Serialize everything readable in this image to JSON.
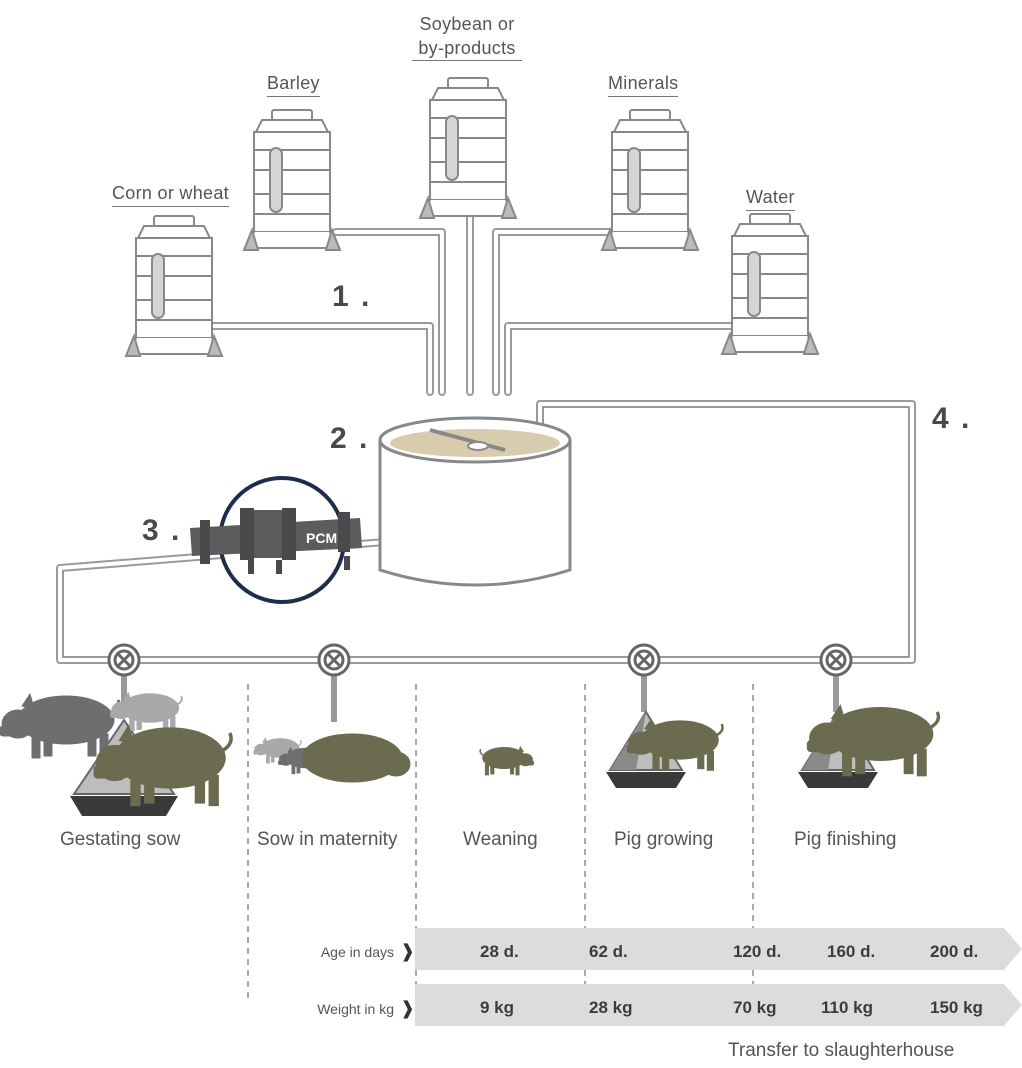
{
  "silos": {
    "corn": "Corn or wheat",
    "barley": "Barley",
    "soy_line1": "Soybean or",
    "soy_line2": "by-products",
    "minerals": "Minerals",
    "water": "Water"
  },
  "steps": {
    "s1": "1 .",
    "s2": "2 .",
    "s3": "3 .",
    "s4": "4 ."
  },
  "pump_label": "PCM",
  "stages": {
    "gestating": "Gestating sow",
    "maternity": "Sow in maternity",
    "weaning": "Weaning",
    "growing": "Pig growing",
    "finishing": "Pig finishing"
  },
  "timeline": {
    "age_label": "Age in days",
    "weight_label": "Weight in kg",
    "chevron": "❱",
    "ages": [
      "28 d.",
      "62 d.",
      "120 d.",
      "160 d.",
      "200 d."
    ],
    "weights": [
      "9 kg",
      "28 kg",
      "70 kg",
      "110 kg",
      "150 kg"
    ]
  },
  "footer": "Transfer to slaughterhouse",
  "colors": {
    "pig_green": "#6b6b50",
    "pig_gray": "#6e6e70",
    "pig_light": "#a9a9ab",
    "pump_ring": "#1f2d4d",
    "pipe": "#999999",
    "feed": "#d9ccae"
  }
}
